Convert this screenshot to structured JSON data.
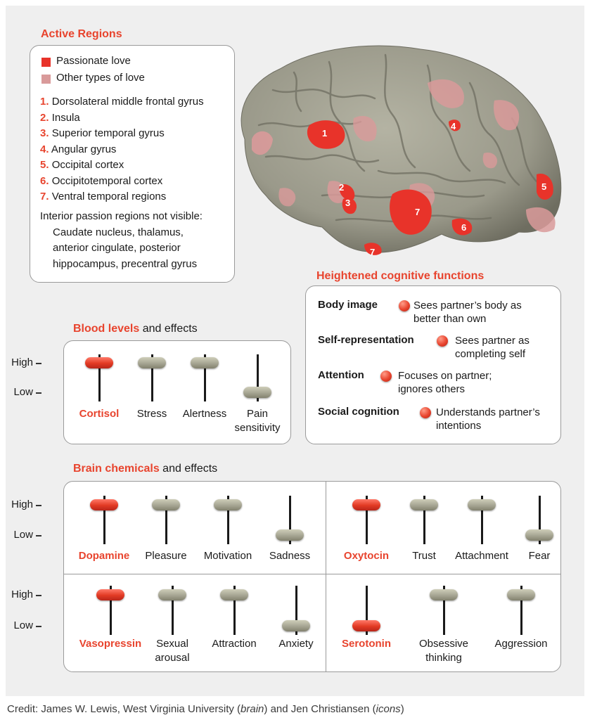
{
  "active_regions": {
    "title": "Active Regions",
    "legend": [
      {
        "label": "Passionate love",
        "color": "#e8332a"
      },
      {
        "label": "Other types of love",
        "color": "#d99a9a"
      }
    ],
    "regions": [
      {
        "num": "1.",
        "name": "Dorsolateral middle frontal gyrus"
      },
      {
        "num": "2.",
        "name": "Insula"
      },
      {
        "num": "3.",
        "name": "Superior temporal gyrus"
      },
      {
        "num": "4.",
        "name": "Angular gyrus"
      },
      {
        "num": "5.",
        "name": "Occipital cortex"
      },
      {
        "num": "6.",
        "name": "Occipitotemporal cortex"
      },
      {
        "num": "7.",
        "name": "Ventral temporal regions"
      }
    ],
    "interior_note": [
      "Interior passion regions not visible:",
      "Caudate nucleus, thalamus,",
      "anterior cingulate, posterior",
      "hippocampus, precentral gyrus"
    ]
  },
  "brain_markers": [
    "1",
    "2",
    "3",
    "4",
    "5",
    "6",
    "7",
    "7"
  ],
  "cognitive": {
    "title": "Heightened cognitive functions",
    "items": [
      {
        "name": "Body image",
        "desc": [
          "Sees partner’s body as",
          "better than own"
        ]
      },
      {
        "name": "Self-representation",
        "desc": [
          "Sees partner as",
          "completing self"
        ]
      },
      {
        "name": "Attention",
        "desc": [
          "Focuses on partner;",
          "ignores others"
        ]
      },
      {
        "name": "Social cognition",
        "desc": [
          "Understands partner’s",
          "intentions"
        ]
      }
    ]
  },
  "axis": {
    "high": "High",
    "low": "Low"
  },
  "blood": {
    "title": "Blood levels",
    "title_suffix": " and effects",
    "items": [
      {
        "label": [
          "Cortisol"
        ],
        "level": "high",
        "highlight": true
      },
      {
        "label": [
          "Stress"
        ],
        "level": "high",
        "highlight": false
      },
      {
        "label": [
          "Alertness"
        ],
        "level": "high",
        "highlight": false
      },
      {
        "label": [
          "Pain",
          "sensitivity"
        ],
        "level": "low",
        "highlight": false
      }
    ]
  },
  "chemicals": {
    "title": "Brain chemicals",
    "title_suffix": " and effects",
    "groups": [
      {
        "items": [
          {
            "label": [
              "Dopamine"
            ],
            "level": "high",
            "highlight": true
          },
          {
            "label": [
              "Pleasure"
            ],
            "level": "high",
            "highlight": false
          },
          {
            "label": [
              "Motivation"
            ],
            "level": "high",
            "highlight": false
          },
          {
            "label": [
              "Sadness"
            ],
            "level": "low",
            "highlight": false
          }
        ]
      },
      {
        "items": [
          {
            "label": [
              "Oxytocin"
            ],
            "level": "high",
            "highlight": true
          },
          {
            "label": [
              "Trust"
            ],
            "level": "high",
            "highlight": false
          },
          {
            "label": [
              "Attachment"
            ],
            "level": "high",
            "highlight": false
          },
          {
            "label": [
              "Fear"
            ],
            "level": "low",
            "highlight": false
          }
        ]
      },
      {
        "items": [
          {
            "label": [
              "Vasopressin"
            ],
            "level": "high",
            "highlight": true
          },
          {
            "label": [
              "Sexual",
              "arousal"
            ],
            "level": "high",
            "highlight": false
          },
          {
            "label": [
              "Attraction"
            ],
            "level": "high",
            "highlight": false
          },
          {
            "label": [
              "Anxiety"
            ],
            "level": "low",
            "highlight": false
          }
        ]
      },
      {
        "items": [
          {
            "label": [
              "Serotonin"
            ],
            "level": "low",
            "highlight": true
          },
          {
            "label": [
              "Obsessive",
              "thinking"
            ],
            "level": "high",
            "highlight": false
          },
          {
            "label": [
              "Aggression"
            ],
            "level": "high",
            "highlight": false
          }
        ]
      }
    ]
  },
  "credit": {
    "prefix": "Credit: James W. Lewis, West Virginia University (",
    "brain": "brain",
    "middle": ") and Jen Christiansen (",
    "icons": "icons",
    "suffix": ")"
  },
  "colors": {
    "accent": "#e8442e",
    "passion": "#e8332a",
    "other_love": "#d99a9a",
    "brain_gray": "#9d9b8a"
  }
}
